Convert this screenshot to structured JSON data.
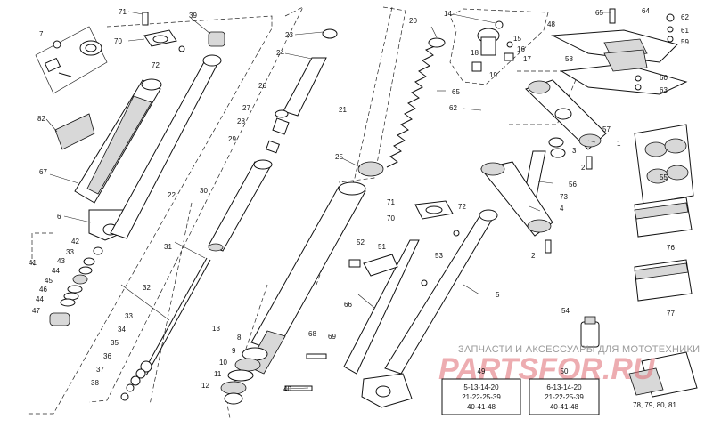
{
  "labels": {
    "l71a": "71",
    "l70a": "70",
    "l39": "39",
    "l72a": "72",
    "l7": "7",
    "l82": "82",
    "l67": "67",
    "l6": "6",
    "l23": "23",
    "l24": "24",
    "l26": "26",
    "l27": "27",
    "l28": "28",
    "l29": "29",
    "l22": "22",
    "l30": "30",
    "l20": "20",
    "l21": "21",
    "l25": "25",
    "l14": "14",
    "l15": "15",
    "l16": "16",
    "l17": "17",
    "l18": "18",
    "l19": "19",
    "l48": "48",
    "l65a": "65",
    "l62a": "62",
    "l65b": "65",
    "l64": "64",
    "l62b": "62",
    "l61": "61",
    "l59": "59",
    "l58": "58",
    "l60": "60",
    "l63": "63",
    "l1": "1",
    "l57": "57",
    "l3": "3",
    "l2a": "2",
    "l55": "55",
    "l56": "56",
    "l73": "73",
    "l4": "4",
    "l2b": "2",
    "l71b": "71",
    "l70b": "70",
    "l72b": "72",
    "l76": "76",
    "l77": "77",
    "l5": "5",
    "l52": "52",
    "l51": "51",
    "l53": "53",
    "l42": "42",
    "l33a": "33",
    "l43": "43",
    "l44a": "44",
    "l45": "45",
    "l46": "46",
    "l44b": "44",
    "l47": "47",
    "l41": "41",
    "l31": "31",
    "l32": "32",
    "l33b": "33",
    "l34": "34",
    "l35": "35",
    "l36": "36",
    "l37": "37",
    "l38": "38",
    "l13": "13",
    "l8": "8",
    "l9": "9",
    "l10": "10",
    "l11": "11",
    "l12": "12",
    "l66": "66",
    "l68": "68",
    "l69": "69",
    "l40": "40",
    "l54": "54",
    "l49": "49",
    "l50": "50",
    "l78": "78, 79, 80, 81"
  },
  "kit49": {
    "num": "49",
    "lines": [
      "5-13-14-20",
      "21-22-25-39",
      "40-41-48"
    ]
  },
  "kit50": {
    "num": "50",
    "lines": [
      "6-13-14-20",
      "21-22-25-39",
      "40-41-48"
    ]
  },
  "watermark": {
    "text": "ЗАПЧАСТИ И АКСЕССУАРЫ ДЛЯ МОТОТЕХНИКИ",
    "brand": "PARTSFOR.RU"
  }
}
